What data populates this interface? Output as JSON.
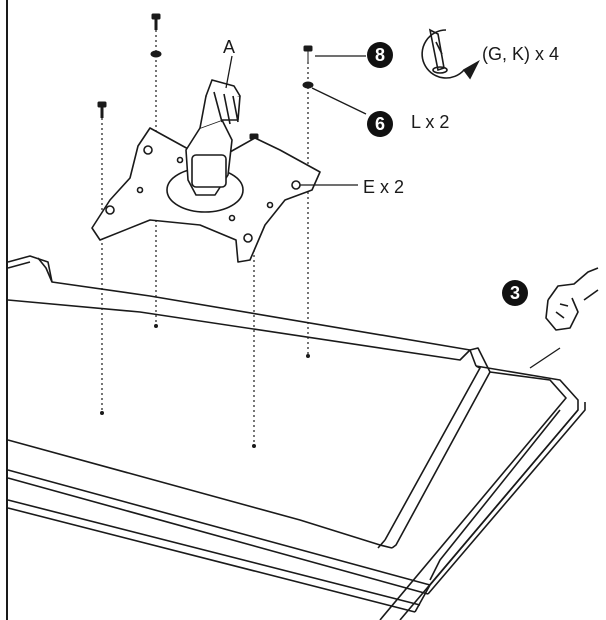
{
  "diagram": {
    "part_a_label": "A",
    "bracket_label": "E x 2",
    "screw_label": "(G, K) x 4",
    "washer_label": "L x 2",
    "badge_screw": "8",
    "badge_washer": "6",
    "badge_hand": "3"
  },
  "colors": {
    "line": "#1a1a1a",
    "badge_bg": "#111111",
    "badge_text": "#ffffff"
  },
  "icons": [
    "screwdriver-rotate-icon",
    "hand-icon",
    "screw-icon",
    "washer-icon"
  ]
}
